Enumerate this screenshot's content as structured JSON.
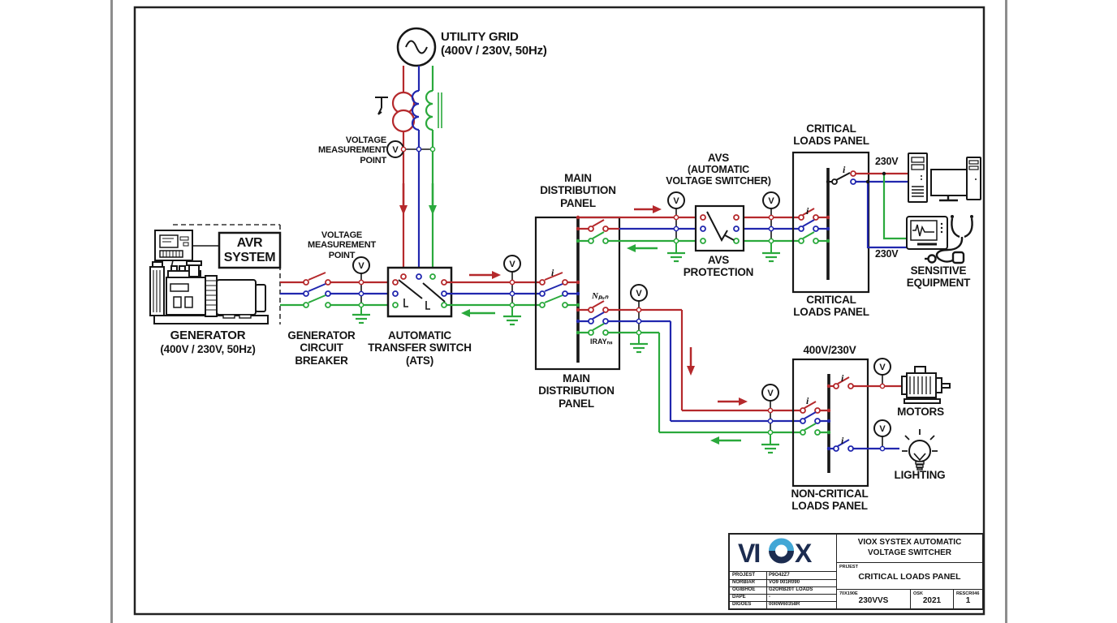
{
  "colors": {
    "wire_red": "#b5292c",
    "wire_blue": "#2127ae",
    "wire_green": "#2aa93c",
    "line_black": "#161616",
    "logo_navy": "#1c2c50",
    "logo_blue": "#42a7d6"
  },
  "labels": {
    "v": "V",
    "i": "i",
    "utility_grid_1": "UTILITY GRID",
    "utility_grid_2": "(400V / 230V, 50Hz)",
    "vmp_1": "VOLTAGE",
    "vmp_2": "MEASUREMENT",
    "vmp_3": "POINT",
    "avr_1": "AVR",
    "avr_2": "SYSTEM",
    "generator_1": "GENERATOR",
    "generator_2": "(400V / 230V, 50Hz)",
    "gcb_1": "GENERATOR",
    "gcb_2": "CIRCUIT",
    "gcb_3": "BREAKER",
    "ats_1": "AUTOMATIC",
    "ats_2": "TRANSFER SWITCH",
    "ats_3": "(ATS)",
    "mdp_1": "MAIN",
    "mdp_2": "DISTRIBUTION",
    "mdp_3": "PANEL",
    "avs_title_1": "AVS",
    "avs_title_2": "(AUTOMATIC",
    "avs_title_3": "VOLTAGE SWITCHER)",
    "avs_prot_1": "AVS",
    "avs_prot_2": "PROTECTION",
    "clp_1": "CRITICAL",
    "clp_2": "LOADS PANEL",
    "v230": "230V",
    "sensitive_1": "SENSITIVE",
    "sensitive_2": "EQUIPMENT",
    "v400_230": "400V/230V",
    "ncp_1": "NON-CRITICAL",
    "ncp_2": "LOADS PANEL",
    "motors": "MOTORS",
    "lighting": "LIGHTING",
    "n_bus": "Nₚᵤₙ",
    "ray": "IRAYₙₛ"
  },
  "title_block": {
    "logo_vi": "VI",
    "logo_x": "X",
    "title_l1": "VIOX SYSTEX AUTOMATIC",
    "title_l2": "VOLTAGE SWITCHER",
    "project_label": "PRIJEST",
    "project_value": "CRITICAL LOADS PANEL",
    "rows": [
      {
        "label": "PROJEST",
        "value": "P9O42Z7"
      },
      {
        "label": "NORBIAR",
        "value": "VO9 001R090"
      },
      {
        "label": "OGIBHOE",
        "value": "G2ORB20T LOADS"
      },
      {
        "label": "DAPE",
        "value": "-"
      },
      {
        "label": "DIGOES",
        "value": "00I0W60358R"
      }
    ],
    "cells": [
      {
        "label": "70X190E",
        "value": "230VVS"
      },
      {
        "label": "OSK",
        "value": "2021"
      },
      {
        "label": "RESCR046",
        "value": "1"
      }
    ]
  }
}
